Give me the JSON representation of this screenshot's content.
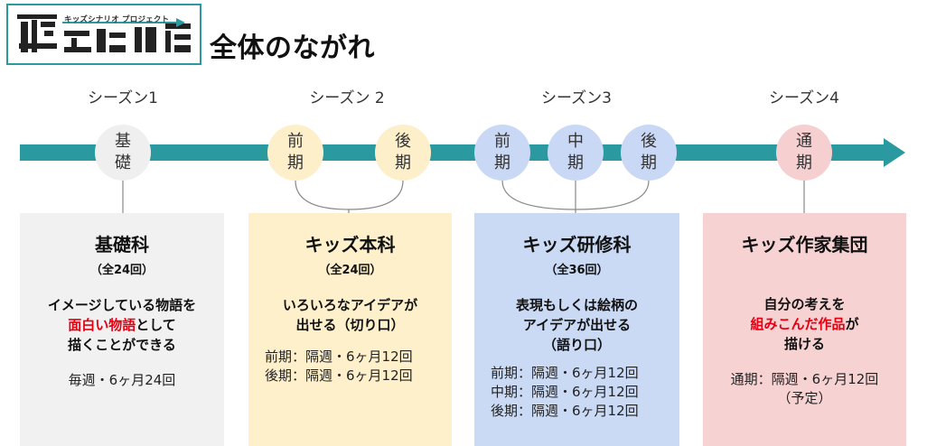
{
  "logo": {
    "tagline": "キッズシナリオ プロジェクト",
    "name": "考える部屋"
  },
  "page_title": "全体のながれ",
  "colors": {
    "timeline": "#2a9aa0",
    "grey": "#efefef",
    "yellow": "#fdefc9",
    "blue": "#c9d8f4",
    "pink": "#f6d0d1",
    "highlight_red": "#e50012"
  },
  "seasons": [
    {
      "label": "シーズン1",
      "terms": [
        "基\n礎"
      ],
      "card": {
        "title": "基礎科",
        "subtitle": "（全24回）",
        "desc_lines": [
          "イメージしている物語を",
          "面白い物語として",
          "描くことができる"
        ],
        "highlight": "面白い物語",
        "schedule": [
          "毎週・6ヶ月24回"
        ]
      }
    },
    {
      "label": "シーズン 2",
      "terms": [
        "前\n期",
        "後\n期"
      ],
      "card": {
        "title": "キッズ本科",
        "subtitle": "（全24回）",
        "desc_lines": [
          "いろいろなアイデアが",
          "出せる（切り口）"
        ],
        "schedule": [
          "前期：隔週・6ヶ月12回",
          "後期：隔週・6ヶ月12回"
        ]
      }
    },
    {
      "label": "シーズン3",
      "terms": [
        "前\n期",
        "中\n期",
        "後\n期"
      ],
      "card": {
        "title": "キッズ研修科",
        "subtitle": "（全36回）",
        "desc_lines": [
          "表現もしくは絵柄の",
          "アイデアが出せる",
          "（語り口）"
        ],
        "schedule": [
          "前期：隔週・6ヶ月12回",
          "中期：隔週・6ヶ月12回",
          "後期：隔週・6ヶ月12回"
        ]
      }
    },
    {
      "label": "シーズン4",
      "terms": [
        "通\n期"
      ],
      "card": {
        "title": "キッズ作家集団",
        "desc_lines": [
          "自分の考えを",
          "組みこんだ作品が",
          "描ける"
        ],
        "highlight": "組みこんだ作品",
        "schedule": [
          "通期：隔週・6ヶ月12回",
          "（予定）"
        ]
      }
    }
  ]
}
